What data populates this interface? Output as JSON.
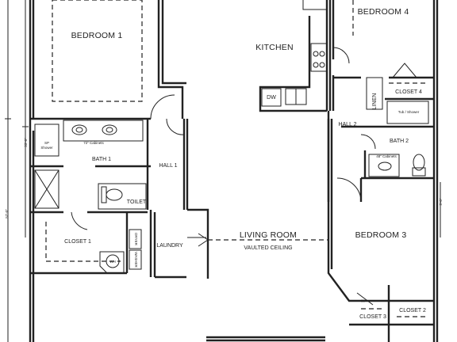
{
  "rooms": {
    "bedroom1": "BEDROOM 1",
    "bedroom3": "BEDROOM 3",
    "bedroom4": "BEDROOM 4",
    "kitchen": "KITCHEN",
    "living_room": "LIVING ROOM",
    "living_room_sub": "VAULTED CEILING",
    "bath1": "BATH 1",
    "bath2": "BATH 2",
    "toilet": "TOILET",
    "hall1": "HALL 1",
    "hall2": "HALL 2",
    "laundry": "LAUNDRY",
    "closet1": "CLOSET 1",
    "closet2": "CLOSET 2",
    "closet3": "CLOSET 3",
    "closet4": "CLOSET 4",
    "linen": "LINEN"
  },
  "fixtures": {
    "dishwasher": "DW",
    "dryer": "DRYER",
    "washer": "WASHER",
    "water_heater": "WH",
    "vanity1": "72\" Cabinets",
    "vanity2": "48\" Cabinets",
    "shower": "SP",
    "shower_sub": "Shower",
    "tub": "Tub / Shower"
  },
  "dimensions": {
    "overall_depth": "57'-0\"",
    "left_segment": "33'-0\"",
    "right_segment": "5'-0\""
  }
}
